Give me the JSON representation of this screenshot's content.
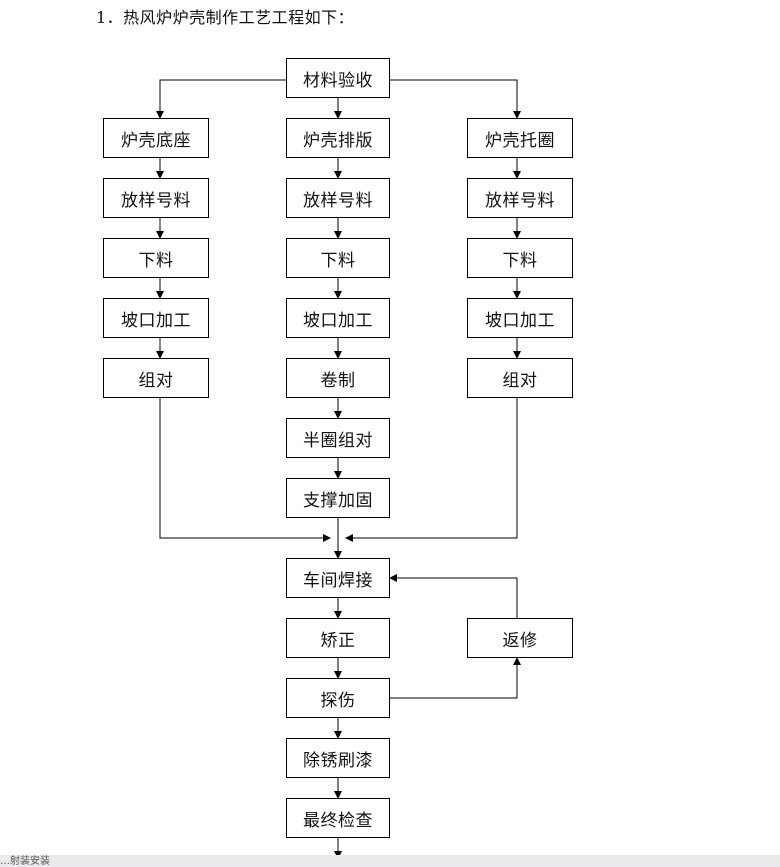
{
  "heading": "1．热风炉炉壳制作工艺工程如下：",
  "steps": {
    "material_acceptance": "材料验收",
    "left_col": [
      "炉壳底座",
      "放样号料",
      "下料",
      "坡口加工",
      "组对"
    ],
    "mid_col": [
      "炉壳排版",
      "放样号料",
      "下料",
      "坡口加工",
      "卷制",
      "半圈组对",
      "支撑加固"
    ],
    "right_col": [
      "炉壳托圈",
      "放样号料",
      "下料",
      "坡口加工",
      "组对"
    ],
    "workshop_welding": "车间焊接",
    "straightening": "矫正",
    "rework": "返修",
    "inspection": "探伤",
    "rust_removal_painting": "除锈刷漆",
    "final_inspection": "最终检查"
  },
  "footer_fragment": "…射装安装"
}
